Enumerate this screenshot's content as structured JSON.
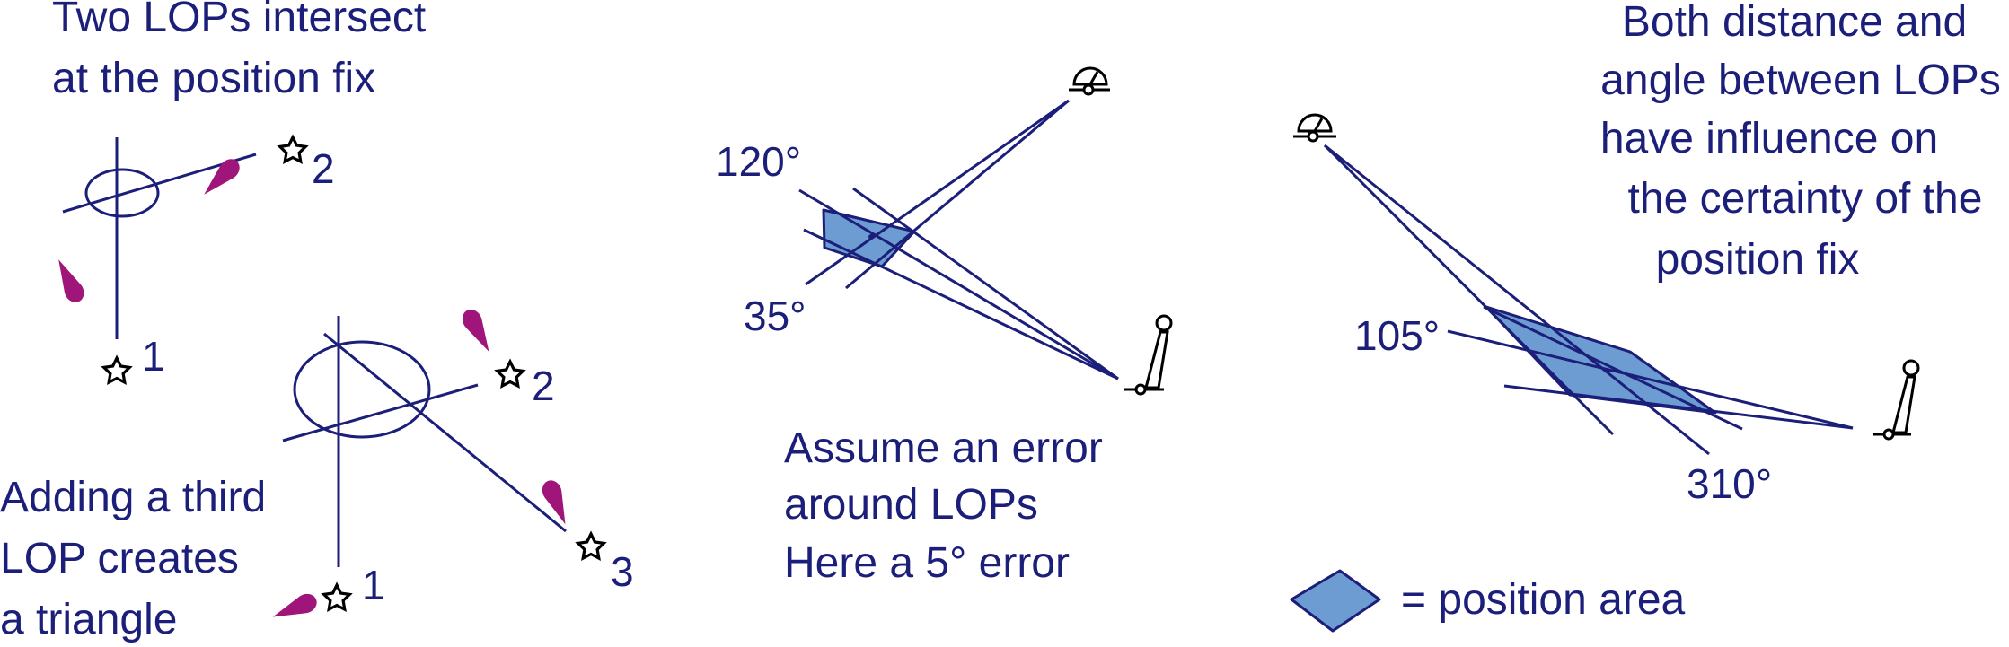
{
  "panel_two_lops": {
    "caption_lines": [
      "Two LOPs intersect",
      "at the position fix"
    ],
    "star_labels": [
      "2",
      "1"
    ]
  },
  "panel_three_lops": {
    "caption_lines": [
      "Adding a third",
      "LOP creates",
      "a triangle"
    ],
    "star_labels": [
      "2",
      "1",
      "3"
    ]
  },
  "panel_error": {
    "bearing_labels": [
      "120°",
      "35°"
    ],
    "caption_lines": [
      "Assume an error",
      "around LOPs",
      "Here a 5° error"
    ]
  },
  "panel_distance": {
    "caption_lines": [
      "Both distance and",
      "angle between LOPs",
      "have influence on",
      "the certainty of the",
      "position fix"
    ],
    "bearing_labels": [
      "105°",
      "310°"
    ]
  },
  "legend": {
    "label": "= position area",
    "area_color": "#6c9cd1"
  },
  "colors": {
    "line": "#1c1f7a",
    "drop": "#a0157a",
    "area": "#6c9cd1"
  },
  "icons": [
    "star-icon",
    "lighthouse-icon",
    "radar-dome-icon",
    "pin-drop-icon"
  ]
}
